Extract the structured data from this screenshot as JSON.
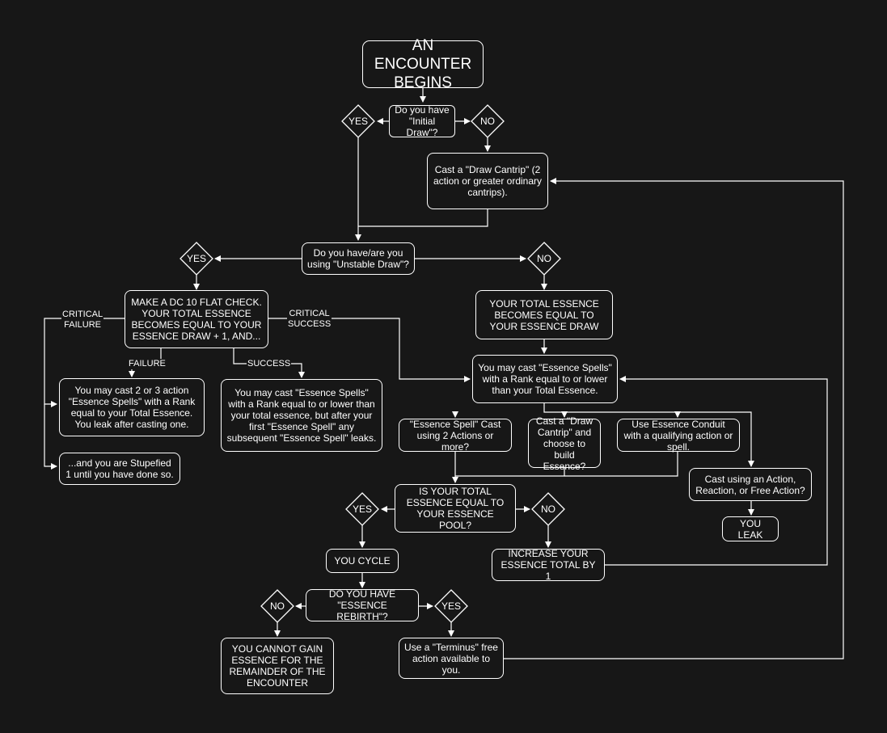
{
  "colors": {
    "background": "#171717",
    "stroke": "#ffffff",
    "text": "#ffffff"
  },
  "nodes": {
    "start": "AN ENCOUNTER BEGINS",
    "initial_draw_q": "Do you have \"Initial Draw\"?",
    "cast_draw_cantrip": "Cast a \"Draw Cantrip\" (2 action or greater ordinary cantrips).",
    "unstable_draw_q": "Do you have/are you using \"Unstable Draw\"?",
    "flat_check": "MAKE A DC 10 FLAT CHECK. YOUR TOTAL ESSENCE BECOMES EQUAL TO YOUR ESSENCE DRAW + 1, AND...",
    "essence_equals_draw": "YOUR TOTAL ESSENCE BECOMES EQUAL TO YOUR ESSENCE DRAW",
    "may_cast_rank_total": "You may cast \"Essence Spells\" with a Rank equal to or lower than your Total Essence.",
    "failure_result": "You may cast 2 or 3 action \"Essence Spells\" with a Rank equal to your Total Essence. You leak after casting one.",
    "success_result": "You may cast \"Essence Spells\" with a Rank equal to or lower than your total essence, but after your first \"Essence Spell\" any subsequent \"Essence Spell\" leaks.",
    "stupefied": "...and you are Stupefied 1 until you have done so.",
    "spell_2_actions": "\"Essence Spell\" Cast using 2 Actions or more?",
    "draw_cantrip_build": "Cast a \"Draw Cantrip\" and choose to build Essence?",
    "essence_conduit": "Use Essence Conduit with a qualifying action or spell.",
    "cast_action_reaction": "Cast using an Action, Reaction, or Free Action?",
    "you_leak": "YOU LEAK",
    "total_equal_pool_q": "IS YOUR TOTAL ESSENCE EQUAL TO YOUR ESSENCE POOL?",
    "you_cycle": "YOU CYCLE",
    "increase_total": "INCREASE YOUR ESSENCE TOTAL BY 1",
    "rebirth_q": "DO YOU HAVE \"ESSENCE REBIRTH\"?",
    "cannot_gain": "YOU CANNOT GAIN ESSENCE FOR THE REMAINDER OF THE ENCOUNTER",
    "terminus": "Use a \"Terminus\" free action available to you."
  },
  "decisions": {
    "initial_yes": "YES",
    "initial_no": "NO",
    "unstable_yes": "YES",
    "unstable_no": "NO",
    "pool_yes": "YES",
    "pool_no": "NO",
    "rebirth_no": "NO",
    "rebirth_yes": "YES"
  },
  "edge_labels": {
    "critical_failure": "CRITICAL\nFAILURE",
    "critical_success": "CRITICAL\nSUCCESS",
    "failure": "FAILURE",
    "success": "SUCCESS"
  }
}
